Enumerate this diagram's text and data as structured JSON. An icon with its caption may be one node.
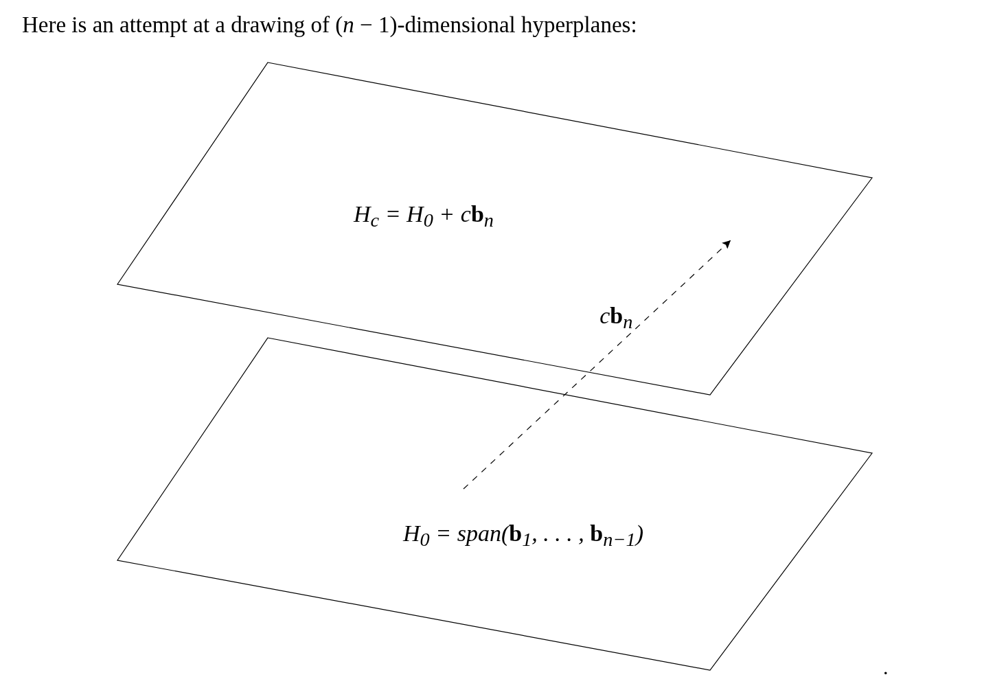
{
  "diagram": {
    "title": "Here is an attempt at a drawing of (*n* − 1)-dimensional hyperplanes:",
    "nodes": [
      {
        "text": [
          "H$_{c}$ = H$_{0}$ + c**b**$_{n}$"
        ]
      },
      {
        "text": [
          "H$_{0}$ = span(**b**$_{1}$, . . . , **b**$_{n−1}$)"
        ]
      }
    ],
    "edges": [
      {
        "from": 1,
        "to": 0,
        "arrow": "to",
        "style": "dashed",
        "label": "c**b**$_{n}$"
      }
    ],
    "labels": [
      "."
    ]
  }
}
